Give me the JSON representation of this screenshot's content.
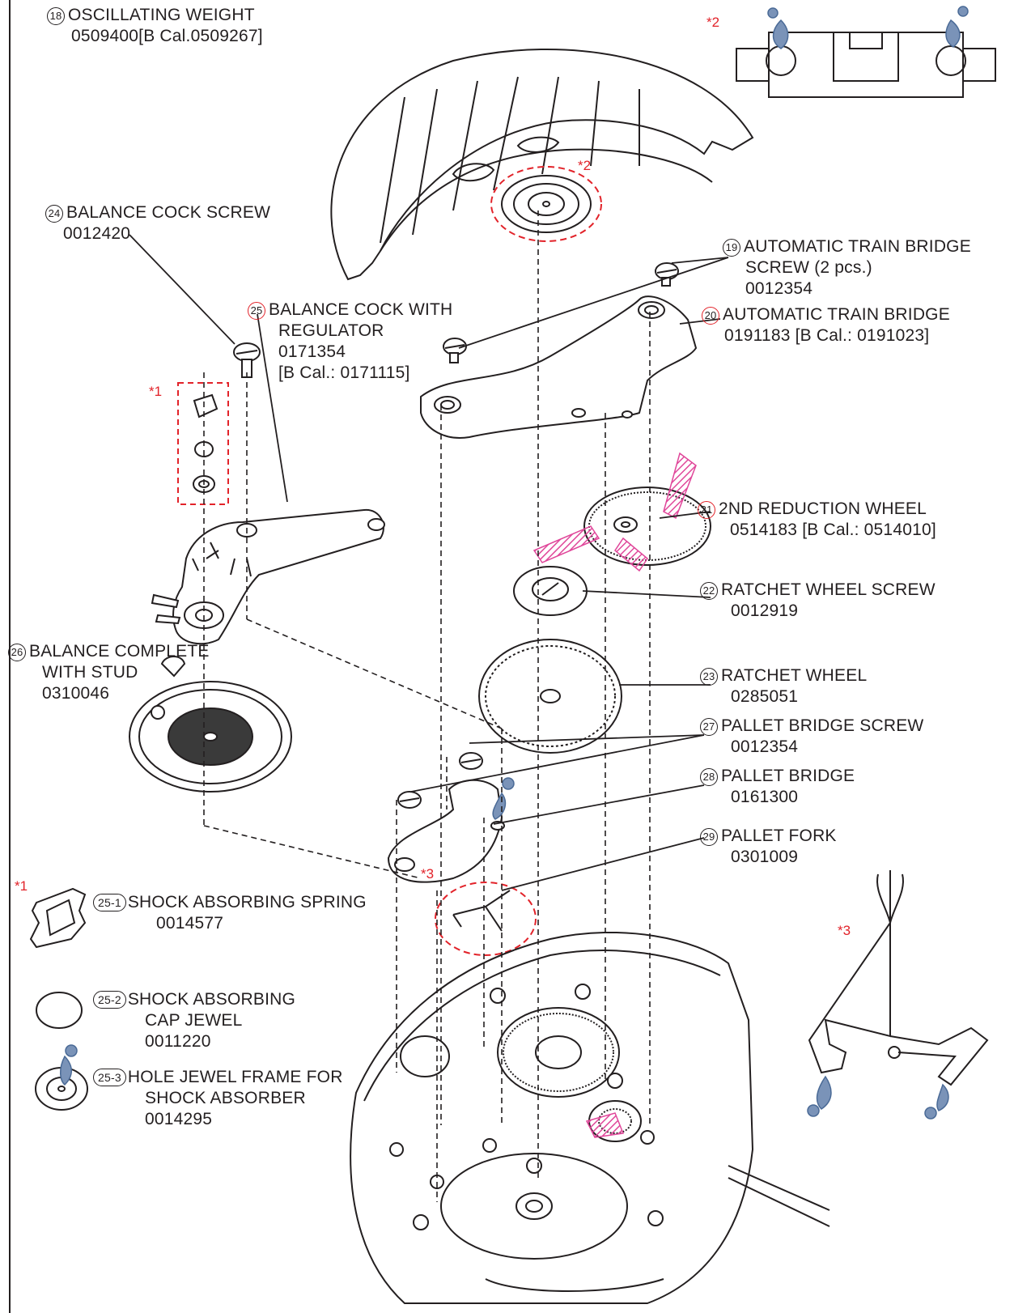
{
  "parts": [
    {
      "num": "18",
      "name": "OSCILLATING WEIGHT",
      "code": "0509400[B Cal.0509267]"
    },
    {
      "num": "19",
      "name": "AUTOMATIC TRAIN BRIDGE",
      "name2": "SCREW (2 pcs.)",
      "code": "0012354"
    },
    {
      "num": "20",
      "name": "AUTOMATIC TRAIN BRIDGE",
      "code": "0191183 [B Cal.: 0191023]"
    },
    {
      "num": "21",
      "name": "2ND REDUCTION WHEEL",
      "code": "0514183 [B Cal.: 0514010]"
    },
    {
      "num": "22",
      "name": "RATCHET WHEEL SCREW",
      "code": "0012919"
    },
    {
      "num": "23",
      "name": "RATCHET WHEEL",
      "code": "0285051"
    },
    {
      "num": "24",
      "name": "BALANCE COCK SCREW",
      "code": "0012420"
    },
    {
      "num": "25",
      "name": "BALANCE COCK WITH",
      "name2": "REGULATOR",
      "code": "0171354",
      "code2": "[B Cal.: 0171115]"
    },
    {
      "num": "26",
      "name": "BALANCE COMPLETE",
      "name2": "WITH STUD",
      "code": "0310046"
    },
    {
      "num": "27",
      "name": "PALLET BRIDGE SCREW",
      "code": "0012354"
    },
    {
      "num": "28",
      "name": "PALLET BRIDGE",
      "code": "0161300"
    },
    {
      "num": "29",
      "name": "PALLET FORK",
      "code": "0301009"
    },
    {
      "num": "25-1",
      "name": "SHOCK ABSORBING SPRING",
      "code": "0014577"
    },
    {
      "num": "25-2",
      "name": "SHOCK ABSORBING",
      "name2": "CAP JEWEL",
      "code": "0011220"
    },
    {
      "num": "25-3",
      "name": "HOLE JEWEL FRAME FOR",
      "name2": "SHOCK ABSORBER",
      "code": "0014295"
    }
  ],
  "callouts": {
    "c1": "*1",
    "c2": "*2",
    "c3": "*3"
  },
  "colors": {
    "ink": "#231f20",
    "red": "#e2232a",
    "oil": "#7a93b8",
    "grease": "#e0479a"
  }
}
